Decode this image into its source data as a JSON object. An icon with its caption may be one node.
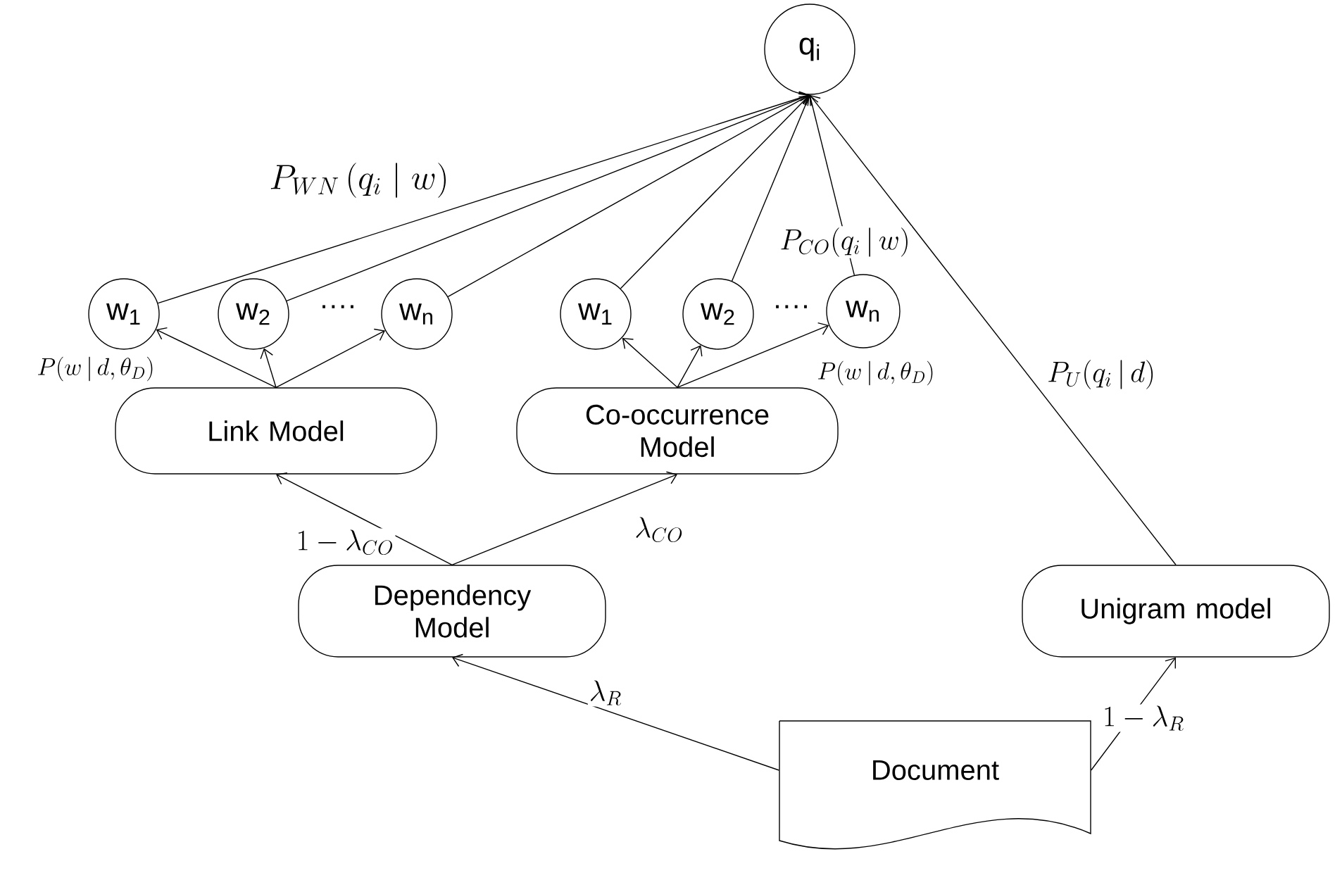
{
  "diagram": {
    "nodes": [
      {
        "text": [
          "q$_{i}$"
        ]
      },
      {
        "text": [
          "w$_{1}$"
        ]
      },
      {
        "text": [
          "w$_{2}$"
        ]
      },
      {
        "text": [
          "w$_{n}$"
        ]
      },
      {
        "text": [
          "w$_{1}$"
        ]
      },
      {
        "text": [
          "w$_{2}$"
        ]
      },
      {
        "text": [
          "w$_{n}$"
        ]
      },
      {
        "text": [
          "Link Model"
        ]
      },
      {
        "text": [
          "Co-occurrence Model"
        ]
      },
      {
        "text": [
          "Dependency Model"
        ]
      },
      {
        "text": [
          "Unigram model"
        ]
      },
      {
        "text": [
          "Document"
        ]
      }
    ],
    "edges": [
      {
        "from": 1,
        "to": 0,
        "arrow": "to",
        "label": "P_{WN}\\,(q_i\\mid w)"
      },
      {
        "from": 2,
        "to": 0,
        "arrow": "to"
      },
      {
        "from": 3,
        "to": 0,
        "arrow": "to"
      },
      {
        "from": 4,
        "to": 0,
        "arrow": "to"
      },
      {
        "from": 5,
        "to": 0,
        "arrow": "to"
      },
      {
        "from": 6,
        "to": 0,
        "arrow": "to",
        "label": "P_{CO}(q_i\\,|\\,w)"
      },
      {
        "from": 7,
        "to": 1,
        "arrow": "to",
        "label": "P(w\\,|\\,d,\\theta_D)"
      },
      {
        "from": 7,
        "to": 2,
        "arrow": "to"
      },
      {
        "from": 7,
        "to": 3,
        "arrow": "to"
      },
      {
        "from": 8,
        "to": 4,
        "arrow": "to"
      },
      {
        "from": 8,
        "to": 5,
        "arrow": "to"
      },
      {
        "from": 8,
        "to": 6,
        "arrow": "to",
        "label": "P(w\\,|\\,d,\\theta_D)"
      },
      {
        "from": 9,
        "to": 7,
        "arrow": "to",
        "label": "1-\\lambda_{CO}"
      },
      {
        "from": 9,
        "to": 8,
        "arrow": "to",
        "label": "\\lambda_{CO}"
      },
      {
        "from": 11,
        "to": 9,
        "arrow": "to",
        "label": "\\lambda_R"
      },
      {
        "from": 11,
        "to": 10,
        "arrow": "to",
        "label": "1-\\lambda_R"
      },
      {
        "from": 10,
        "to": 0,
        "arrow": "to",
        "label": "P_U(q_i\\,|\\,d)"
      }
    ],
    "labels": [
      "····",
      "····"
    ]
  }
}
